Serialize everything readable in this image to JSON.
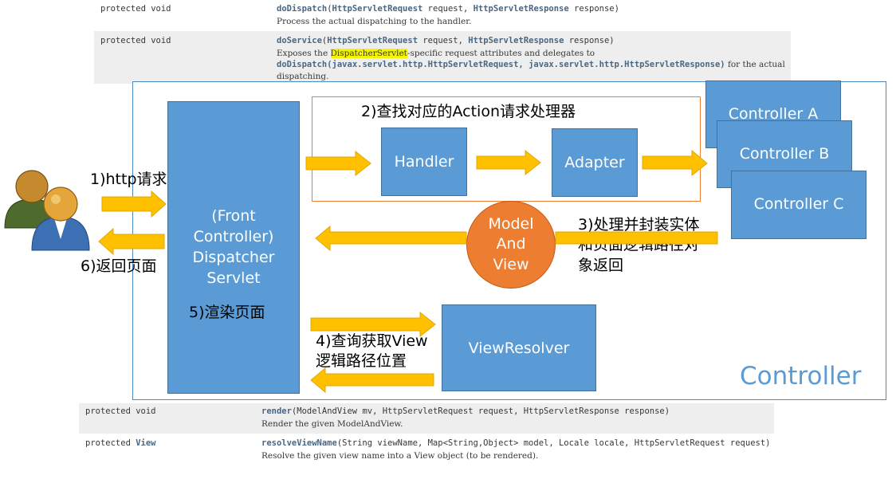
{
  "doc_top": [
    {
      "modifier": "protected void",
      "method": "doDispatch",
      "params": [
        {
          "type": "HttpServletRequest",
          "name": "request"
        },
        {
          "type": "HttpServletResponse",
          "name": "response"
        }
      ],
      "desc": "Process the actual dispatching to the handler."
    },
    {
      "modifier": "protected void",
      "method": "doService",
      "params": [
        {
          "type": "HttpServletRequest",
          "name": "request"
        },
        {
          "type": "HttpServletResponse",
          "name": "response"
        }
      ],
      "desc_pre": "Exposes the ",
      "desc_highlight": "DispatcherServlet",
      "desc_post": "-specific request attributes and delegates to",
      "desc_line2_code": "doDispatch(javax.servlet.http.HttpServletRequest, javax.servlet.http.HttpServletResponse)",
      "desc_line2_post": " for the actual",
      "desc_line3": "dispatching."
    }
  ],
  "doc_bottom": [
    {
      "modifier": "protected void",
      "method": "render",
      "params_text": "(ModelAndView mv, HttpServletRequest request, HttpServletResponse response)",
      "desc": "Render the given ModelAndView."
    },
    {
      "modifier_pre": "protected ",
      "modifier_type": "View",
      "method": "resolveViewName",
      "params_text": "(String viewName, Map<String,Object> model, Locale locale, HttpServletRequest request)",
      "desc": "Resolve the given view name into a View object (to be rendered)."
    }
  ],
  "diagram": {
    "front_controller": [
      "(Front",
      "Controller)",
      "Dispatcher",
      "Servlet"
    ],
    "render_label": "5)渲染页面",
    "handler": "Handler",
    "adapter": "Adapter",
    "controllers": [
      "Controller A",
      "Controller B",
      "Controller C"
    ],
    "mav": [
      "Model",
      "And",
      "View"
    ],
    "view_resolver": "ViewResolver",
    "step1": "1)http请求",
    "step2": "2)查找对应的Action请求处理器",
    "step3": [
      "3)处理并封装实体",
      "和页面逻辑路径对",
      "象返回"
    ],
    "step4": [
      "4)查询获取View",
      "逻辑路径位置"
    ],
    "step6": "6)返回页面",
    "frame_label": "Controller"
  },
  "colors": {
    "box": "#5b9bd5",
    "arrow": "#ffc000",
    "circle": "#ed7d31",
    "frame": "#4a8bc6"
  }
}
